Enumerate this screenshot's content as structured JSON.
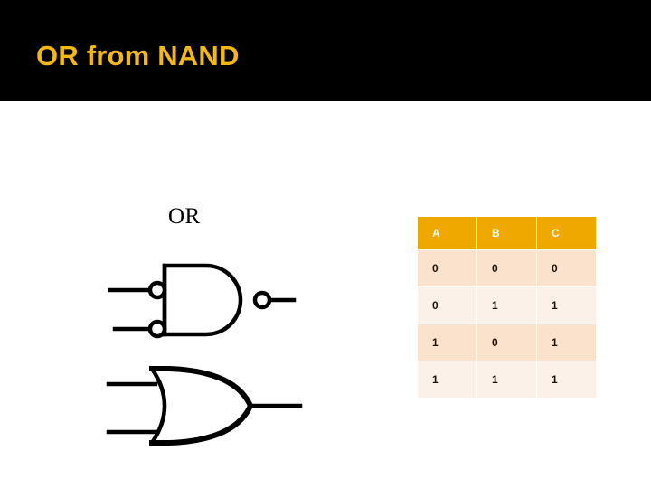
{
  "slide": {
    "title": "OR from NAND",
    "title_color": "#F3B816",
    "banner_color": "#000000",
    "background_color": "#FFFFFF"
  },
  "diagram": {
    "label": "OR",
    "gates": [
      {
        "name": "nand-gate-with-inverted-inputs",
        "type": "NAND",
        "inputs": 2,
        "input_bubbles": true,
        "output_bubble": true
      },
      {
        "name": "or-gate",
        "type": "OR",
        "inputs": 2,
        "input_bubbles": false,
        "output_bubble": false
      }
    ],
    "stroke_color": "#000000"
  },
  "truth_table": {
    "header_bg": "#EFA800",
    "header_text_color": "#FFFFFF",
    "row_shade_bg": "#FAE2CD",
    "row_light_bg": "#FBF1E8",
    "columns": [
      "A",
      "B",
      "C"
    ],
    "rows": [
      [
        "0",
        "0",
        "0"
      ],
      [
        "0",
        "1",
        "1"
      ],
      [
        "1",
        "0",
        "1"
      ],
      [
        "1",
        "1",
        "1"
      ]
    ]
  }
}
